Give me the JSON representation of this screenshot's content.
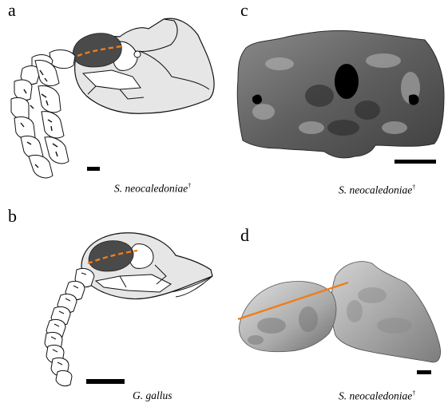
{
  "panels": {
    "a": {
      "letter": "a",
      "species": "S. neocaledoniae",
      "mark": "†"
    },
    "b": {
      "letter": "b",
      "species": "G. gallus",
      "mark": ""
    },
    "c": {
      "letter": "c",
      "species": "S. neocaledoniae",
      "mark": "†"
    },
    "d": {
      "letter": "d",
      "species": "S. neocaledoniae",
      "mark": "†"
    }
  },
  "colors": {
    "brain_endocast": "#4a4a4a",
    "axis_line": "#f07d1a",
    "skull_fill": "#e6e6e6",
    "outline": "#111111",
    "scale_bar": "#000000"
  }
}
